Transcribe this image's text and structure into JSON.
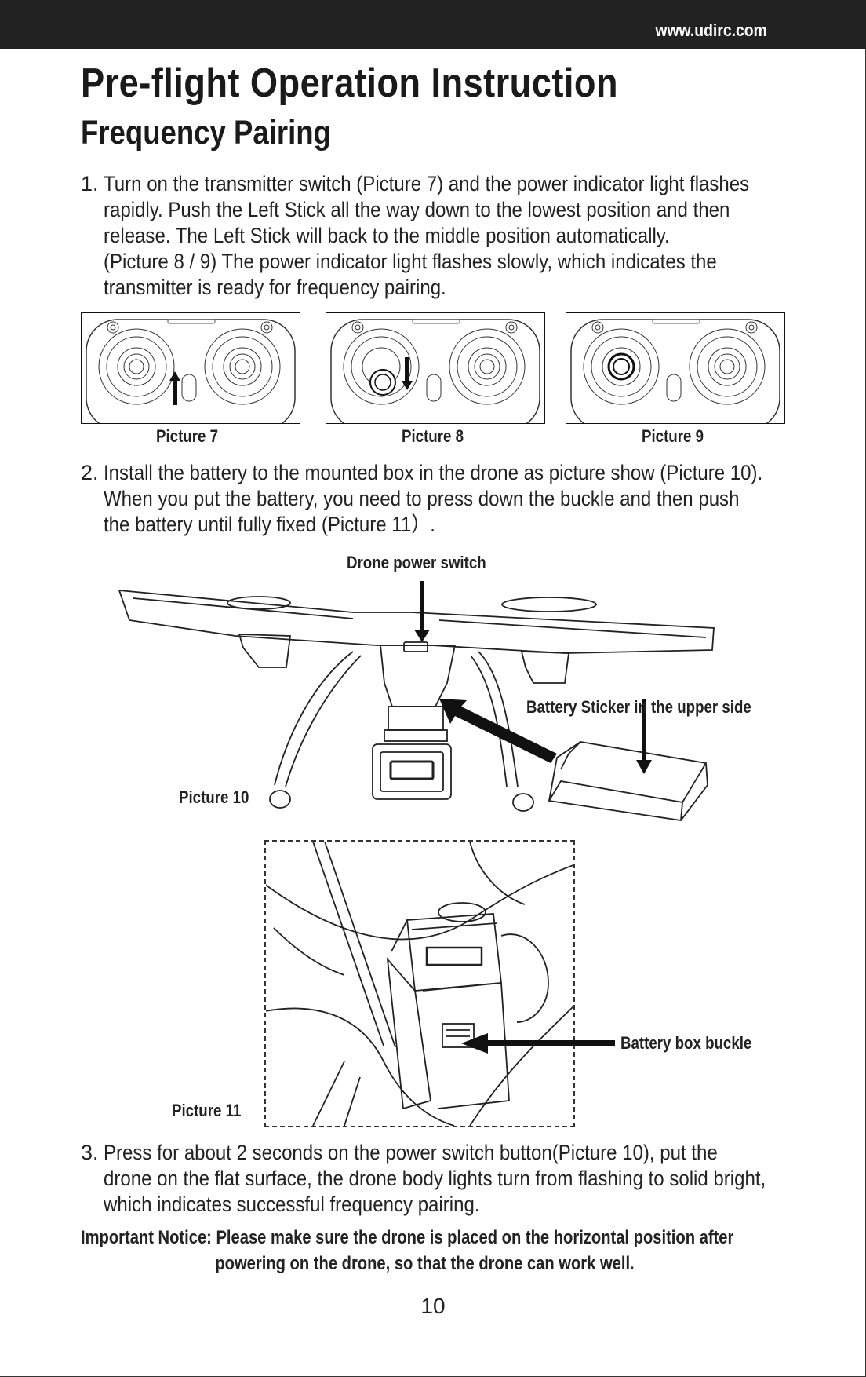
{
  "header": {
    "url": "www.udirc.com"
  },
  "title": "Pre-flight Operation Instruction",
  "subtitle": "Frequency Pairing",
  "step1": {
    "number": "1.",
    "lines": [
      "Turn on the transmitter switch (Picture 7) and the power indicator light flashes",
      "rapidly. Push the Left Stick all the way down to the lowest position and then",
      "release. The Left Stick will back to the middle position automatically.",
      "(Picture 8 / 9) The power indicator light flashes slowly, which indicates the",
      "transmitter is ready for frequency pairing."
    ]
  },
  "pictures": {
    "p7": "Picture 7",
    "p8": "Picture 8",
    "p9": "Picture 9"
  },
  "step2": {
    "number": "2.",
    "lines": [
      "Install the battery to the mounted box in the drone as picture show (Picture 10).",
      "When you put the battery, you need to press down the buckle and then push",
      "the battery until fully fixed (Picture 11）."
    ]
  },
  "labels": {
    "drone_power_switch": "Drone power switch",
    "battery_sticker": "Battery Sticker in the upper side",
    "picture10": "Picture 10",
    "battery_box_buckle": "Battery box buckle",
    "picture11": "Picture 11"
  },
  "step3": {
    "number": "3.",
    "lines": [
      "Press for about 2 seconds on the power switch button(Picture 10), put the",
      "drone on the flat surface, the drone body lights turn from flashing to solid bright,",
      "which indicates successful frequency pairing."
    ]
  },
  "notice": {
    "line1": "Important Notice: Please make sure the drone is placed on the horizontal position after",
    "line2": "powering on the drone, so that the drone can work well."
  },
  "page_number": "10"
}
